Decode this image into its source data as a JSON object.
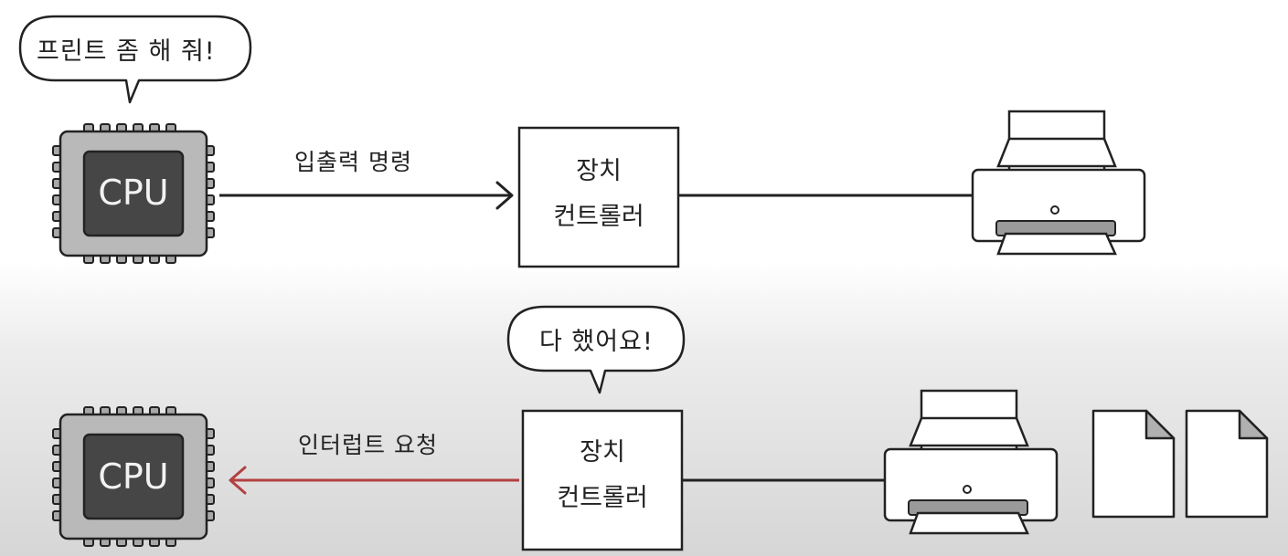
{
  "top_row": {
    "cpu_label": "CPU",
    "speech": "프린트 좀 해 줘!",
    "edge_label": "입출력 명령",
    "controller_label_line1": "장치",
    "controller_label_line2": "컨트롤러"
  },
  "bottom_row": {
    "cpu_label": "CPU",
    "speech": "다 했어요!",
    "edge_label": "인터럽트 요청",
    "controller_label_line1": "장치",
    "controller_label_line2": "컨트롤러"
  },
  "colors": {
    "outline": "#222222",
    "cpu_outer": "#b9b9b9",
    "cpu_inner": "#464646",
    "interrupt_arrow": "#b34141"
  }
}
